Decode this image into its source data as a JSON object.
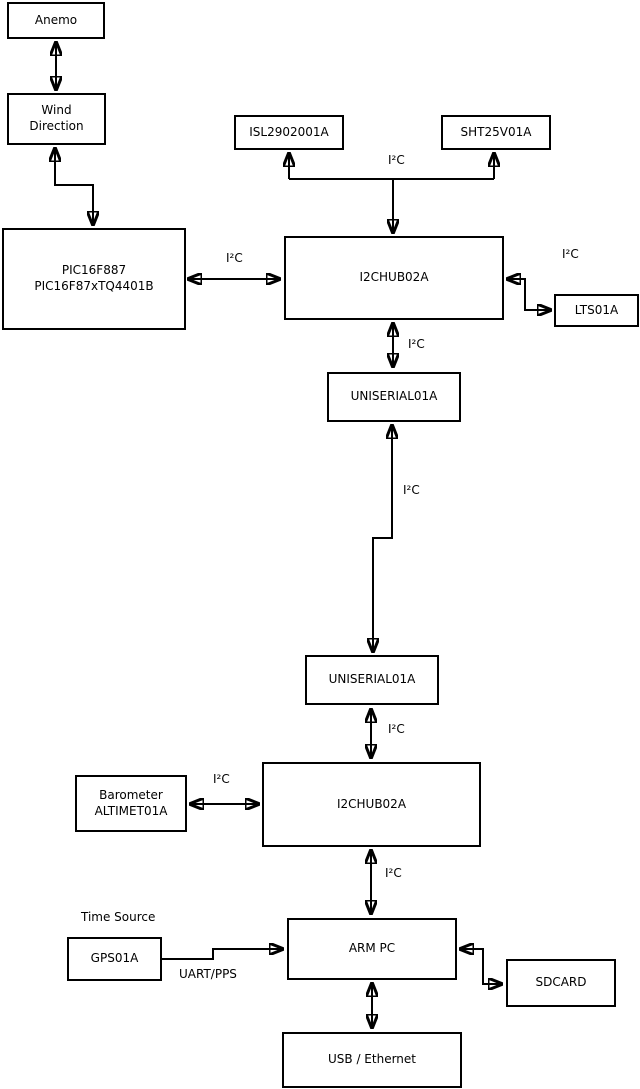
{
  "diagram": {
    "colors": {
      "line": "#000000",
      "box_background": "#ffffff",
      "text": "#000000",
      "page_background": "#ffffff"
    },
    "nodes": {
      "anemo": {
        "label": "Anemo"
      },
      "wind_direction": {
        "lines": [
          "Wind",
          "Direction"
        ]
      },
      "pic": {
        "lines": [
          "PIC16F887",
          "PIC16F87xTQ4401B"
        ]
      },
      "isl": {
        "label": "ISL2902001A"
      },
      "sht": {
        "label": "SHT25V01A"
      },
      "i2c_hub_top": {
        "label": "I2CHUB02A"
      },
      "lts": {
        "label": "LTS01A"
      },
      "uniserial_top": {
        "label": "UNISERIAL01A"
      },
      "uniserial_bottom": {
        "label": "UNISERIAL01A"
      },
      "barometer": {
        "lines": [
          "Barometer",
          "ALTIMET01A"
        ]
      },
      "i2c_hub_bottom": {
        "label": "I2CHUB02A"
      },
      "gps": {
        "label": "GPS01A"
      },
      "arm_pc": {
        "label": "ARM PC"
      },
      "sdcard": {
        "label": "SDCARD"
      },
      "usb_ethernet": {
        "label": "USB / Ethernet"
      }
    },
    "labels": {
      "i2c": "I²C",
      "time_source": "Time Source",
      "uart_pps": "UART/PPS"
    }
  }
}
